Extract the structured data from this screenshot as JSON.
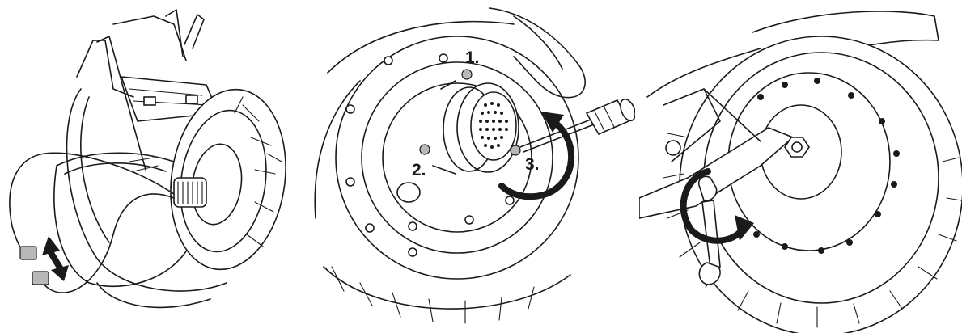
{
  "panels": [
    {
      "id": "panel-1",
      "step": 1
    },
    {
      "id": "panel-2",
      "step": 2,
      "labels": {
        "screw_1": "1.",
        "screw_2": "2.",
        "screw_3": "3."
      }
    },
    {
      "id": "panel-3",
      "step": 3
    }
  ],
  "colors": {
    "line": "#1a1a1a",
    "background": "#ffffff",
    "connector_fill": "#b8b8b8"
  },
  "icons": [
    "double-arrow-icon",
    "rotate-arrow-icon",
    "screwdriver-icon",
    "wrench-icon",
    "axle-nut-icon"
  ]
}
